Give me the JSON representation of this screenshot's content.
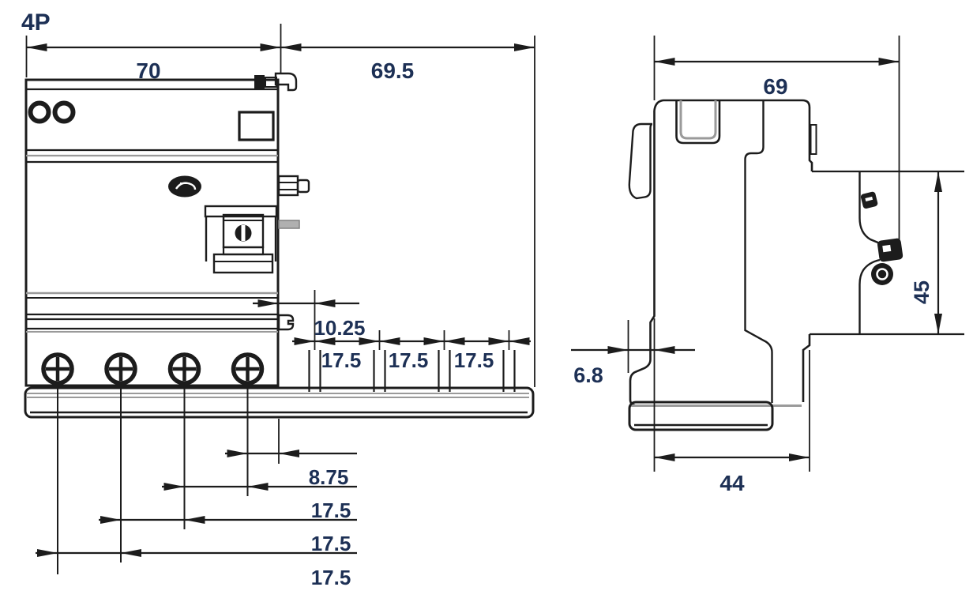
{
  "drawing": {
    "pole_label": "4P",
    "front_view": {
      "dims": {
        "module_width": "70",
        "extension_width": "69.5",
        "pin_offset": "10.25",
        "pin_pitch_1": "17.5",
        "pin_pitch_2": "17.5",
        "pin_pitch_3": "17.5",
        "terminal_offset": "8.75",
        "terminal_pitch_1": "17.5",
        "terminal_pitch_2": "17.5",
        "terminal_pitch_3": "17.5"
      }
    },
    "side_view": {
      "dims": {
        "total_depth": "69",
        "front_face_height": "45",
        "rail_clip_offset": "6.8",
        "body_depth": "44"
      }
    },
    "icons": {
      "brand_logo": "oval-brand-mark",
      "terminal_screw": "cross-slot-screw"
    },
    "colors": {
      "line": "#1c1c1c",
      "shading": "#9a9a9a",
      "dim_text": "#1d3055",
      "background": "#ffffff"
    }
  }
}
